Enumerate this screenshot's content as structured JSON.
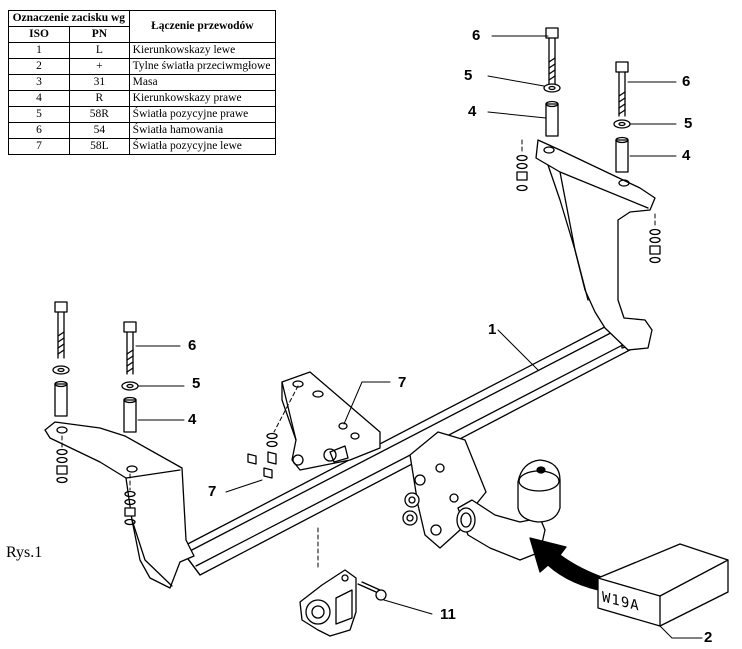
{
  "figure_label": "Rys.1",
  "table": {
    "header_group": "Oznaczenie zacisku wg",
    "header_iso": "ISO",
    "header_pn": "PN",
    "header_connection": "Łączenie przewodów",
    "rows": [
      {
        "iso": "1",
        "pn": "L",
        "desc": "Kierunkowskazy lewe"
      },
      {
        "iso": "2",
        "pn": "+",
        "desc": "Tylne światła przeciwmgłowe"
      },
      {
        "iso": "3",
        "pn": "31",
        "desc": "Masa"
      },
      {
        "iso": "4",
        "pn": "R",
        "desc": "Kierunkowskazy prawe"
      },
      {
        "iso": "5",
        "pn": "58R",
        "desc": "Światła pozycyjne prawe"
      },
      {
        "iso": "6",
        "pn": "54",
        "desc": "Światła hamowania"
      },
      {
        "iso": "7",
        "pn": "58L",
        "desc": "Światła pozycyjne lewe"
      }
    ]
  },
  "callouts": {
    "c1": "1",
    "c2": "2",
    "c4a": "4",
    "c4b": "4",
    "c4c": "4",
    "c5a": "5",
    "c5b": "5",
    "c5c": "5",
    "c6a": "6",
    "c6b": "6",
    "c6c": "6",
    "c7a": "7",
    "c7b": "7",
    "c11": "11"
  },
  "product_code": "W19A"
}
